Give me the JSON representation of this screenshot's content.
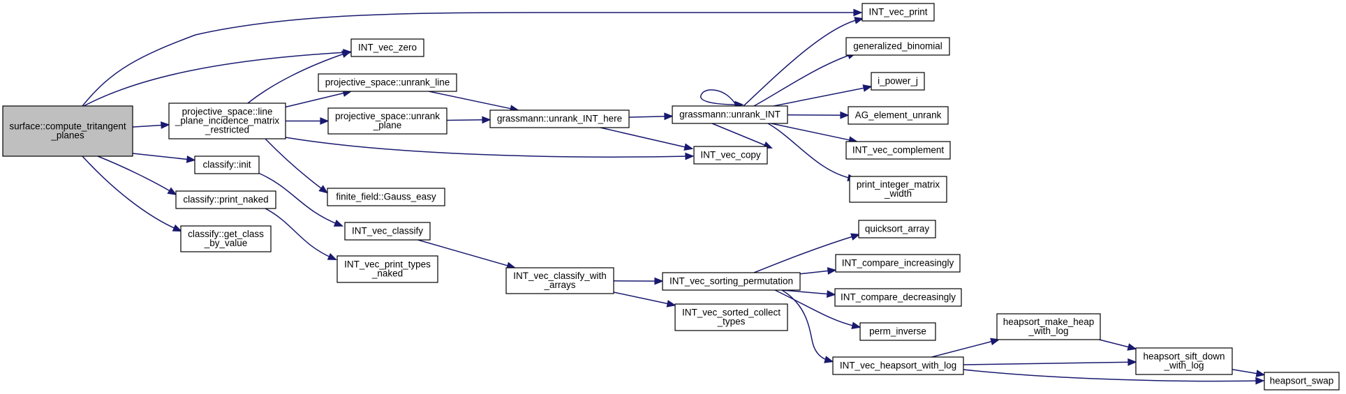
{
  "graph": {
    "edge_color": "#191970",
    "node_fill": "#ffffff",
    "root_fill": "#bfbfbf",
    "nodes": [
      {
        "id": "root",
        "lines": [
          "surface::compute_tritangent",
          "_planes"
        ],
        "root": true
      },
      {
        "id": "int_vec_print",
        "lines": [
          "INT_vec_print"
        ]
      },
      {
        "id": "int_vec_zero",
        "lines": [
          "INT_vec_zero"
        ]
      },
      {
        "id": "ps_line_plane",
        "lines": [
          "projective_space::line",
          "_plane_incidence_matrix",
          "_restricted"
        ]
      },
      {
        "id": "ps_unrank_line",
        "lines": [
          "projective_space::unrank_line"
        ]
      },
      {
        "id": "ps_unrank_plane",
        "lines": [
          "projective_space::unrank",
          "_plane"
        ]
      },
      {
        "id": "grass_here",
        "lines": [
          "grassmann::unrank_INT_here"
        ]
      },
      {
        "id": "grass_unrank",
        "lines": [
          "grassmann::unrank_INT"
        ]
      },
      {
        "id": "gen_binomial",
        "lines": [
          "generalized_binomial"
        ]
      },
      {
        "id": "i_power_j",
        "lines": [
          "i_power_j"
        ]
      },
      {
        "id": "ag_unrank",
        "lines": [
          "AG_element_unrank"
        ]
      },
      {
        "id": "int_vec_complement",
        "lines": [
          "INT_vec_complement"
        ]
      },
      {
        "id": "print_int_matrix",
        "lines": [
          "print_integer_matrix",
          "_width"
        ]
      },
      {
        "id": "int_vec_copy",
        "lines": [
          "INT_vec_copy"
        ]
      },
      {
        "id": "classify_init",
        "lines": [
          "classify::init"
        ]
      },
      {
        "id": "classify_print_naked",
        "lines": [
          "classify::print_naked"
        ]
      },
      {
        "id": "classify_get_class",
        "lines": [
          "classify::get_class",
          "_by_value"
        ]
      },
      {
        "id": "gauss_easy",
        "lines": [
          "finite_field::Gauss_easy"
        ]
      },
      {
        "id": "int_vec_classify",
        "lines": [
          "INT_vec_classify"
        ]
      },
      {
        "id": "int_vec_print_types",
        "lines": [
          "INT_vec_print_types",
          "_naked"
        ]
      },
      {
        "id": "int_vec_classify_arrays",
        "lines": [
          "INT_vec_classify_with",
          "_arrays"
        ]
      },
      {
        "id": "int_vec_sorting_perm",
        "lines": [
          "INT_vec_sorting_permutation"
        ]
      },
      {
        "id": "int_vec_sorted_collect",
        "lines": [
          "INT_vec_sorted_collect",
          "_types"
        ]
      },
      {
        "id": "quicksort_array",
        "lines": [
          "quicksort_array"
        ]
      },
      {
        "id": "int_compare_inc",
        "lines": [
          "INT_compare_increasingly"
        ]
      },
      {
        "id": "int_compare_dec",
        "lines": [
          "INT_compare_decreasingly"
        ]
      },
      {
        "id": "perm_inverse",
        "lines": [
          "perm_inverse"
        ]
      },
      {
        "id": "int_vec_heapsort",
        "lines": [
          "INT_vec_heapsort_with_log"
        ]
      },
      {
        "id": "heapsort_make_heap",
        "lines": [
          "heapsort_make_heap",
          "_with_log"
        ]
      },
      {
        "id": "heapsort_sift_down",
        "lines": [
          "heapsort_sift_down",
          "_with_log"
        ]
      },
      {
        "id": "heapsort_swap",
        "lines": [
          "heapsort_swap"
        ]
      }
    ],
    "edges": [
      {
        "from": "root",
        "to": "int_vec_print"
      },
      {
        "from": "root",
        "to": "int_vec_zero"
      },
      {
        "from": "root",
        "to": "ps_line_plane"
      },
      {
        "from": "root",
        "to": "classify_init"
      },
      {
        "from": "root",
        "to": "classify_print_naked"
      },
      {
        "from": "root",
        "to": "classify_get_class"
      },
      {
        "from": "ps_line_plane",
        "to": "int_vec_zero"
      },
      {
        "from": "ps_line_plane",
        "to": "ps_unrank_line"
      },
      {
        "from": "ps_line_plane",
        "to": "ps_unrank_plane"
      },
      {
        "from": "ps_line_plane",
        "to": "int_vec_copy"
      },
      {
        "from": "ps_line_plane",
        "to": "gauss_easy"
      },
      {
        "from": "ps_unrank_line",
        "to": "grass_here"
      },
      {
        "from": "ps_unrank_plane",
        "to": "grass_here"
      },
      {
        "from": "grass_here",
        "to": "grass_unrank"
      },
      {
        "from": "grass_here",
        "to": "int_vec_copy"
      },
      {
        "from": "grass_unrank",
        "to": "grass_unrank"
      },
      {
        "from": "grass_unrank",
        "to": "int_vec_print"
      },
      {
        "from": "grass_unrank",
        "to": "gen_binomial"
      },
      {
        "from": "grass_unrank",
        "to": "i_power_j"
      },
      {
        "from": "grass_unrank",
        "to": "ag_unrank"
      },
      {
        "from": "grass_unrank",
        "to": "int_vec_complement"
      },
      {
        "from": "grass_unrank",
        "to": "print_int_matrix"
      },
      {
        "from": "grass_unrank",
        "to": "int_vec_copy"
      },
      {
        "from": "classify_init",
        "to": "int_vec_classify"
      },
      {
        "from": "classify_print_naked",
        "to": "int_vec_print_types"
      },
      {
        "from": "int_vec_classify",
        "to": "int_vec_classify_arrays"
      },
      {
        "from": "int_vec_classify_arrays",
        "to": "int_vec_sorting_perm"
      },
      {
        "from": "int_vec_classify_arrays",
        "to": "int_vec_sorted_collect"
      },
      {
        "from": "int_vec_sorting_perm",
        "to": "quicksort_array"
      },
      {
        "from": "int_vec_sorting_perm",
        "to": "int_compare_inc"
      },
      {
        "from": "int_vec_sorting_perm",
        "to": "int_compare_dec"
      },
      {
        "from": "int_vec_sorting_perm",
        "to": "perm_inverse"
      },
      {
        "from": "int_vec_sorting_perm",
        "to": "int_vec_heapsort"
      },
      {
        "from": "int_vec_heapsort",
        "to": "heapsort_make_heap"
      },
      {
        "from": "int_vec_heapsort",
        "to": "heapsort_sift_down"
      },
      {
        "from": "int_vec_heapsort",
        "to": "heapsort_swap"
      },
      {
        "from": "heapsort_make_heap",
        "to": "heapsort_sift_down"
      },
      {
        "from": "heapsort_sift_down",
        "to": "heapsort_swap"
      }
    ]
  }
}
